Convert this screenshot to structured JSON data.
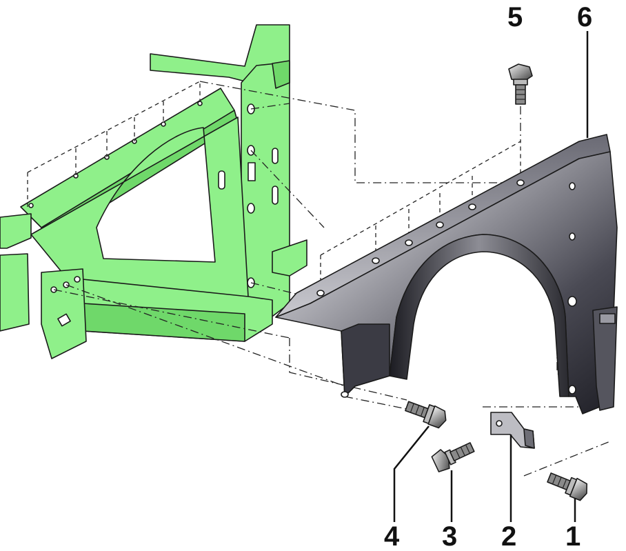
{
  "colors": {
    "body_structure": "#8ff08a",
    "body_structure_dark": "#5fc65a",
    "fender_light": "#d9d9dd",
    "fender_dark": "#2b2b33",
    "outline": "#1a1a1a"
  },
  "callouts": [
    {
      "number": "1",
      "part_icon": "bolt-icon"
    },
    {
      "number": "2",
      "part_icon": "bracket-icon"
    },
    {
      "number": "3",
      "part_icon": "bolt-icon"
    },
    {
      "number": "4",
      "part_icon": "bolt-icon"
    },
    {
      "number": "5",
      "part_icon": "bolt-icon"
    },
    {
      "number": "6",
      "part_icon": "fender-icon"
    }
  ]
}
